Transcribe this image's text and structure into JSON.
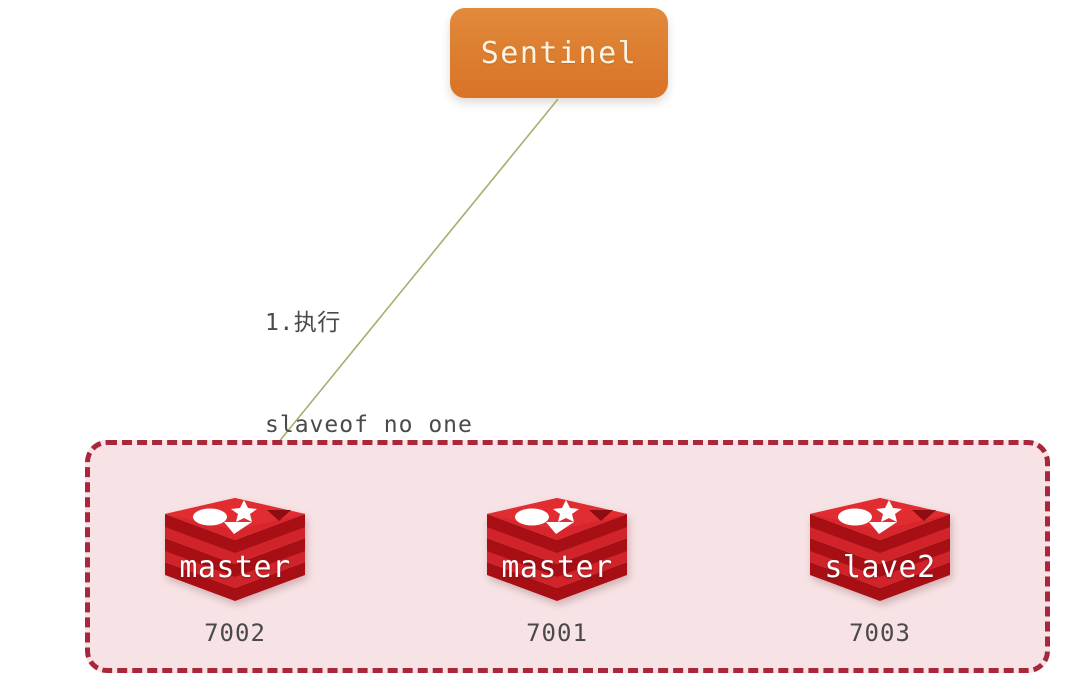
{
  "diagram": {
    "background_color": "#ffffff",
    "sentinel": {
      "label": "Sentinel",
      "box_color": "#dd7f31",
      "text_color": "#fdf3e2"
    },
    "annotation": {
      "line1": "1.执行",
      "line2": "slaveof no one",
      "text_color": "#4a4a4a"
    },
    "arrow": {
      "name": "sentinel-to-7002-arrow",
      "line_color": "#a8ae6e",
      "head_color": "#7cbf5c"
    },
    "group": {
      "fill_color": "#f7e3e5",
      "border_color": "#a8273a"
    },
    "nodes": [
      {
        "role": "master",
        "port": "7002",
        "icon": "redis-logo-icon",
        "color": "#cf1d24"
      },
      {
        "role": "master",
        "port": "7001",
        "icon": "redis-logo-icon",
        "color": "#cf1d24"
      },
      {
        "role": "slave2",
        "port": "7003",
        "icon": "redis-logo-icon",
        "color": "#cf1d24"
      }
    ]
  }
}
